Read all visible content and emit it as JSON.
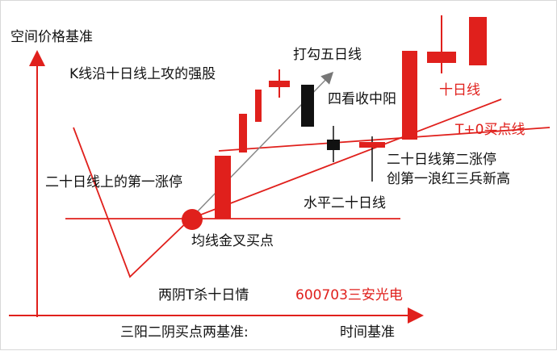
{
  "labels": {
    "y_axis": "空间价格基准",
    "x_axis": "时间基准",
    "strong_stock": "K线沿十日线上攻的强股",
    "hook_five": "打勾五日线",
    "four_look": "四看收中阳",
    "ten_day": "十日线",
    "t0_buy": "T+0买点线",
    "twenty_second_limit": "二十日线第二涨停",
    "first_wave": "创第一浪红三兵新高",
    "twenty_first_limit": "二十日线上的第一涨停",
    "horizontal_twenty": "水平二十日线",
    "golden_cross": "均线金叉买点",
    "two_yin": "两阴T杀十日情",
    "stock_code": "600703三安光电",
    "three_yang": "三阳二阴买点两基准:"
  },
  "colors": {
    "red": "#e0201c",
    "black": "#111111",
    "gray": "#777777"
  }
}
